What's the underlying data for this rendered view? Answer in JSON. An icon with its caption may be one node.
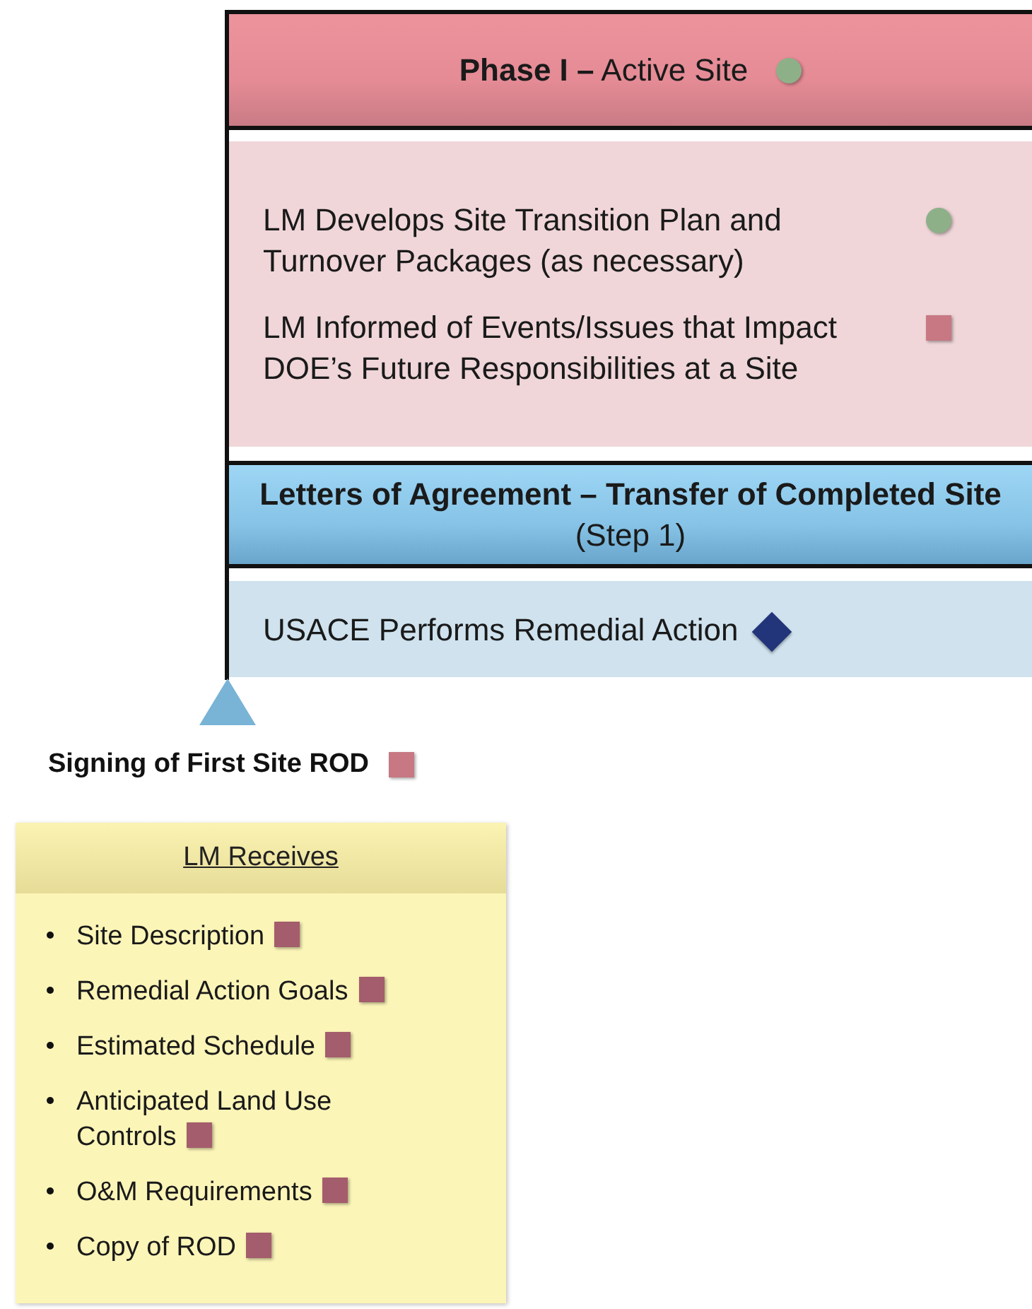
{
  "diagram": {
    "nodes": [
      {
        "text": [
          "**Phase I –** Active Site"
        ]
      },
      {
        "text": [
          "LM Develops Site Transition Plan and Turnover Packages (as necessary)",
          "LM Informed of Events/Issues that Impact DOE’s Future Responsibilities at a Site"
        ]
      },
      {
        "text": [
          "**Letters of Agreement – Transfer of Completed Site** (Step 1)"
        ]
      },
      {
        "text": [
          "USACE Performs Remedial Action"
        ]
      },
      {
        "text": [],
        "shape": "triangle",
        "beside": [
          "Signing of First Site ROD"
        ]
      },
      {
        "text": [
          "LM Receives",
          "Site Description",
          "Remedial Action Goals",
          "Estimated Schedule",
          "Anticipated Land Use Controls",
          "O&M Requirements",
          "Copy of ROD"
        ]
      }
    ]
  }
}
